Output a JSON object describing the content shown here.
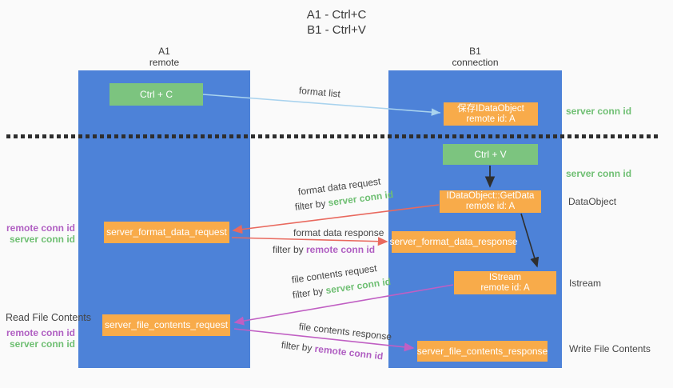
{
  "title": {
    "line1": "A1 - Ctrl+C",
    "line2": "B1 - Ctrl+V"
  },
  "columns": {
    "left": {
      "id": "A1",
      "name": "remote"
    },
    "right": {
      "id": "B1",
      "name": "connection"
    }
  },
  "nodes": {
    "ctrl_c": "Ctrl + C",
    "ctrl_v": "Ctrl + V",
    "save_idataobject": {
      "title": "保存IDataObject",
      "subtitle": "remote id: A"
    },
    "getdata": {
      "title": "IDataObject::GetData",
      "subtitle": "remote id: A"
    },
    "istream": {
      "title": "IStream",
      "subtitle": "remote id: A"
    },
    "format_data_request": "server_format_data_request",
    "format_data_response": "server_format_data_response",
    "file_contents_request": "server_file_contents_request",
    "file_contents_response": "server_file_contents_response"
  },
  "annotations": {
    "server_conn_id_top": "server conn id",
    "server_conn_id_mid": "server conn id",
    "dataobject": "DataObject",
    "istream": "Istream",
    "write_file_contents": "Write File Contents",
    "read_file_contents": "Read File Contents",
    "request_remote_conn_id": "remote conn id",
    "request_server_conn_id": "server conn id",
    "file_remote_conn_id": "remote conn id",
    "file_server_conn_id": "server conn id"
  },
  "arrow_labels": {
    "format_list": "format list",
    "format_data_request": "format data request",
    "format_data_response": "format data response",
    "file_contents_request": "file contents request",
    "file_contents_response": "file contents response",
    "filter_by": "filter by ",
    "server_conn_id": "server conn id",
    "remote_conn_id": "remote conn id"
  },
  "colors": {
    "column_blue": "#4d82d8",
    "green_box": "#7cc47f",
    "orange_box": "#f8ab4a",
    "green_text": "#6fbf73",
    "purple_text": "#b05fc2",
    "arrow_blue": "#a9d3ee",
    "arrow_red": "#e9695e",
    "arrow_magenta": "#c05fc3",
    "arrow_black": "#2e2e2e",
    "background": "#fafafa"
  }
}
